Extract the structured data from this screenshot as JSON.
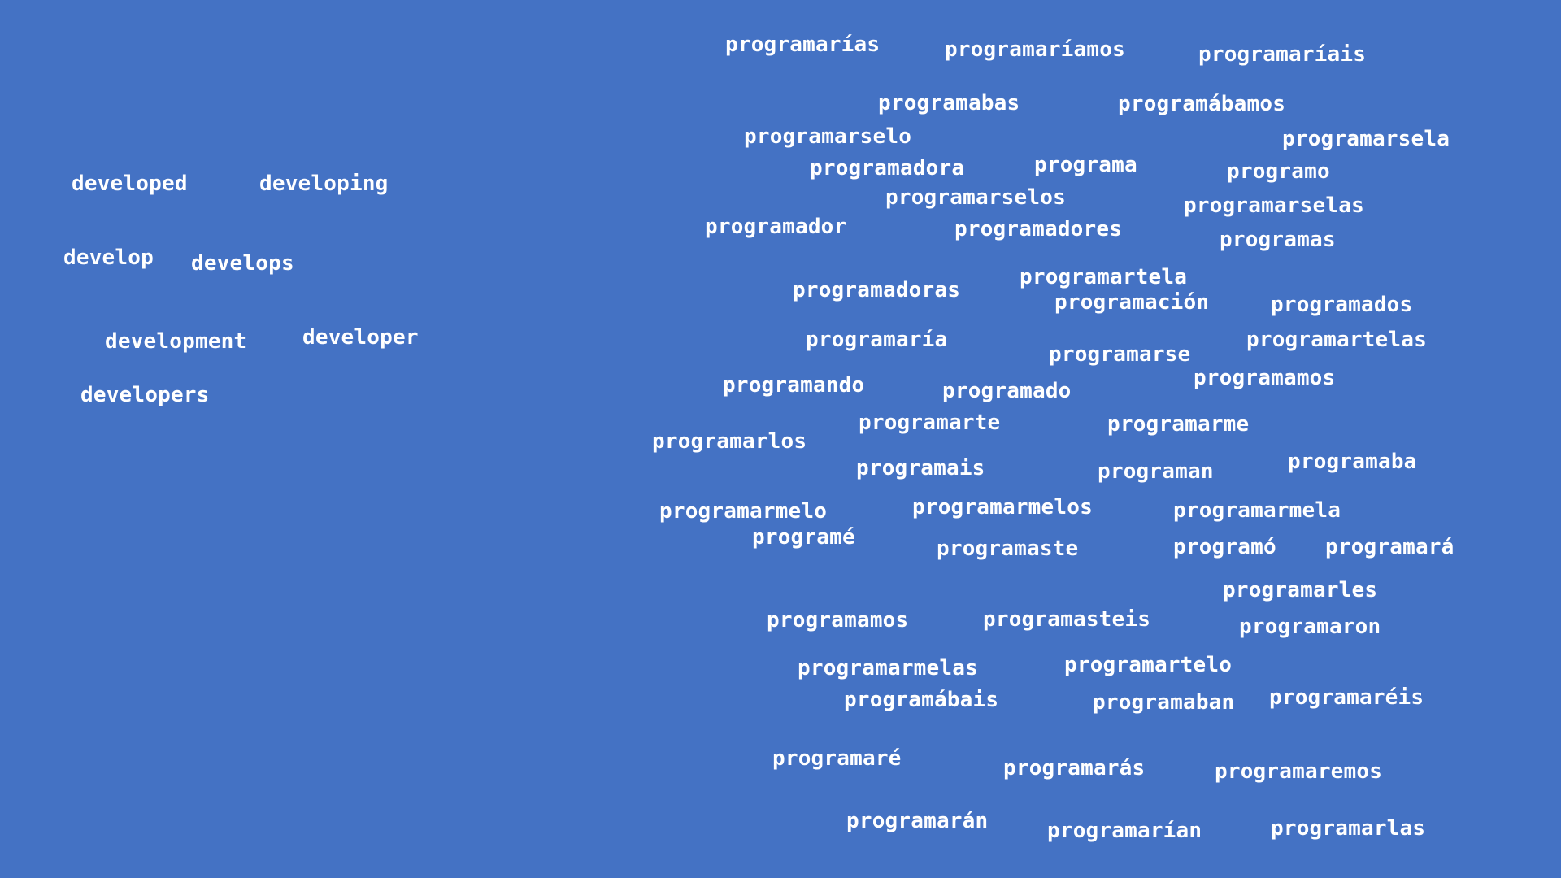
{
  "text_color": "#ffffff",
  "background_color": "#4472c4",
  "english_cluster": [
    "developed",
    "developing",
    "develop",
    "develops",
    "development",
    "developer",
    "developers"
  ],
  "spanish_cluster": [
    "programarías",
    "programaríamos",
    "programaríais",
    "programabas",
    "programábamos",
    "programarselo",
    "programarsela",
    "programadora",
    "programa",
    "programo",
    "programarselos",
    "programarselas",
    "programador",
    "programadores",
    "programas",
    "programartela",
    "programadoras",
    "programación",
    "programados",
    "programaría",
    "programartelas",
    "programarse",
    "programamos",
    "programando",
    "programado",
    "programarte",
    "programarlos",
    "programarme",
    "programais",
    "programan",
    "programaba",
    "programarmelo",
    "programarmelos",
    "programarmela",
    "programé",
    "programaste",
    "programó",
    "programará",
    "programarles",
    "programamos",
    "programasteis",
    "programaron",
    "programarmelas",
    "programartelo",
    "programábais",
    "programaban",
    "programaréis",
    "programaré",
    "programarás",
    "programaremos",
    "programarán",
    "programarían",
    "programarlas"
  ]
}
